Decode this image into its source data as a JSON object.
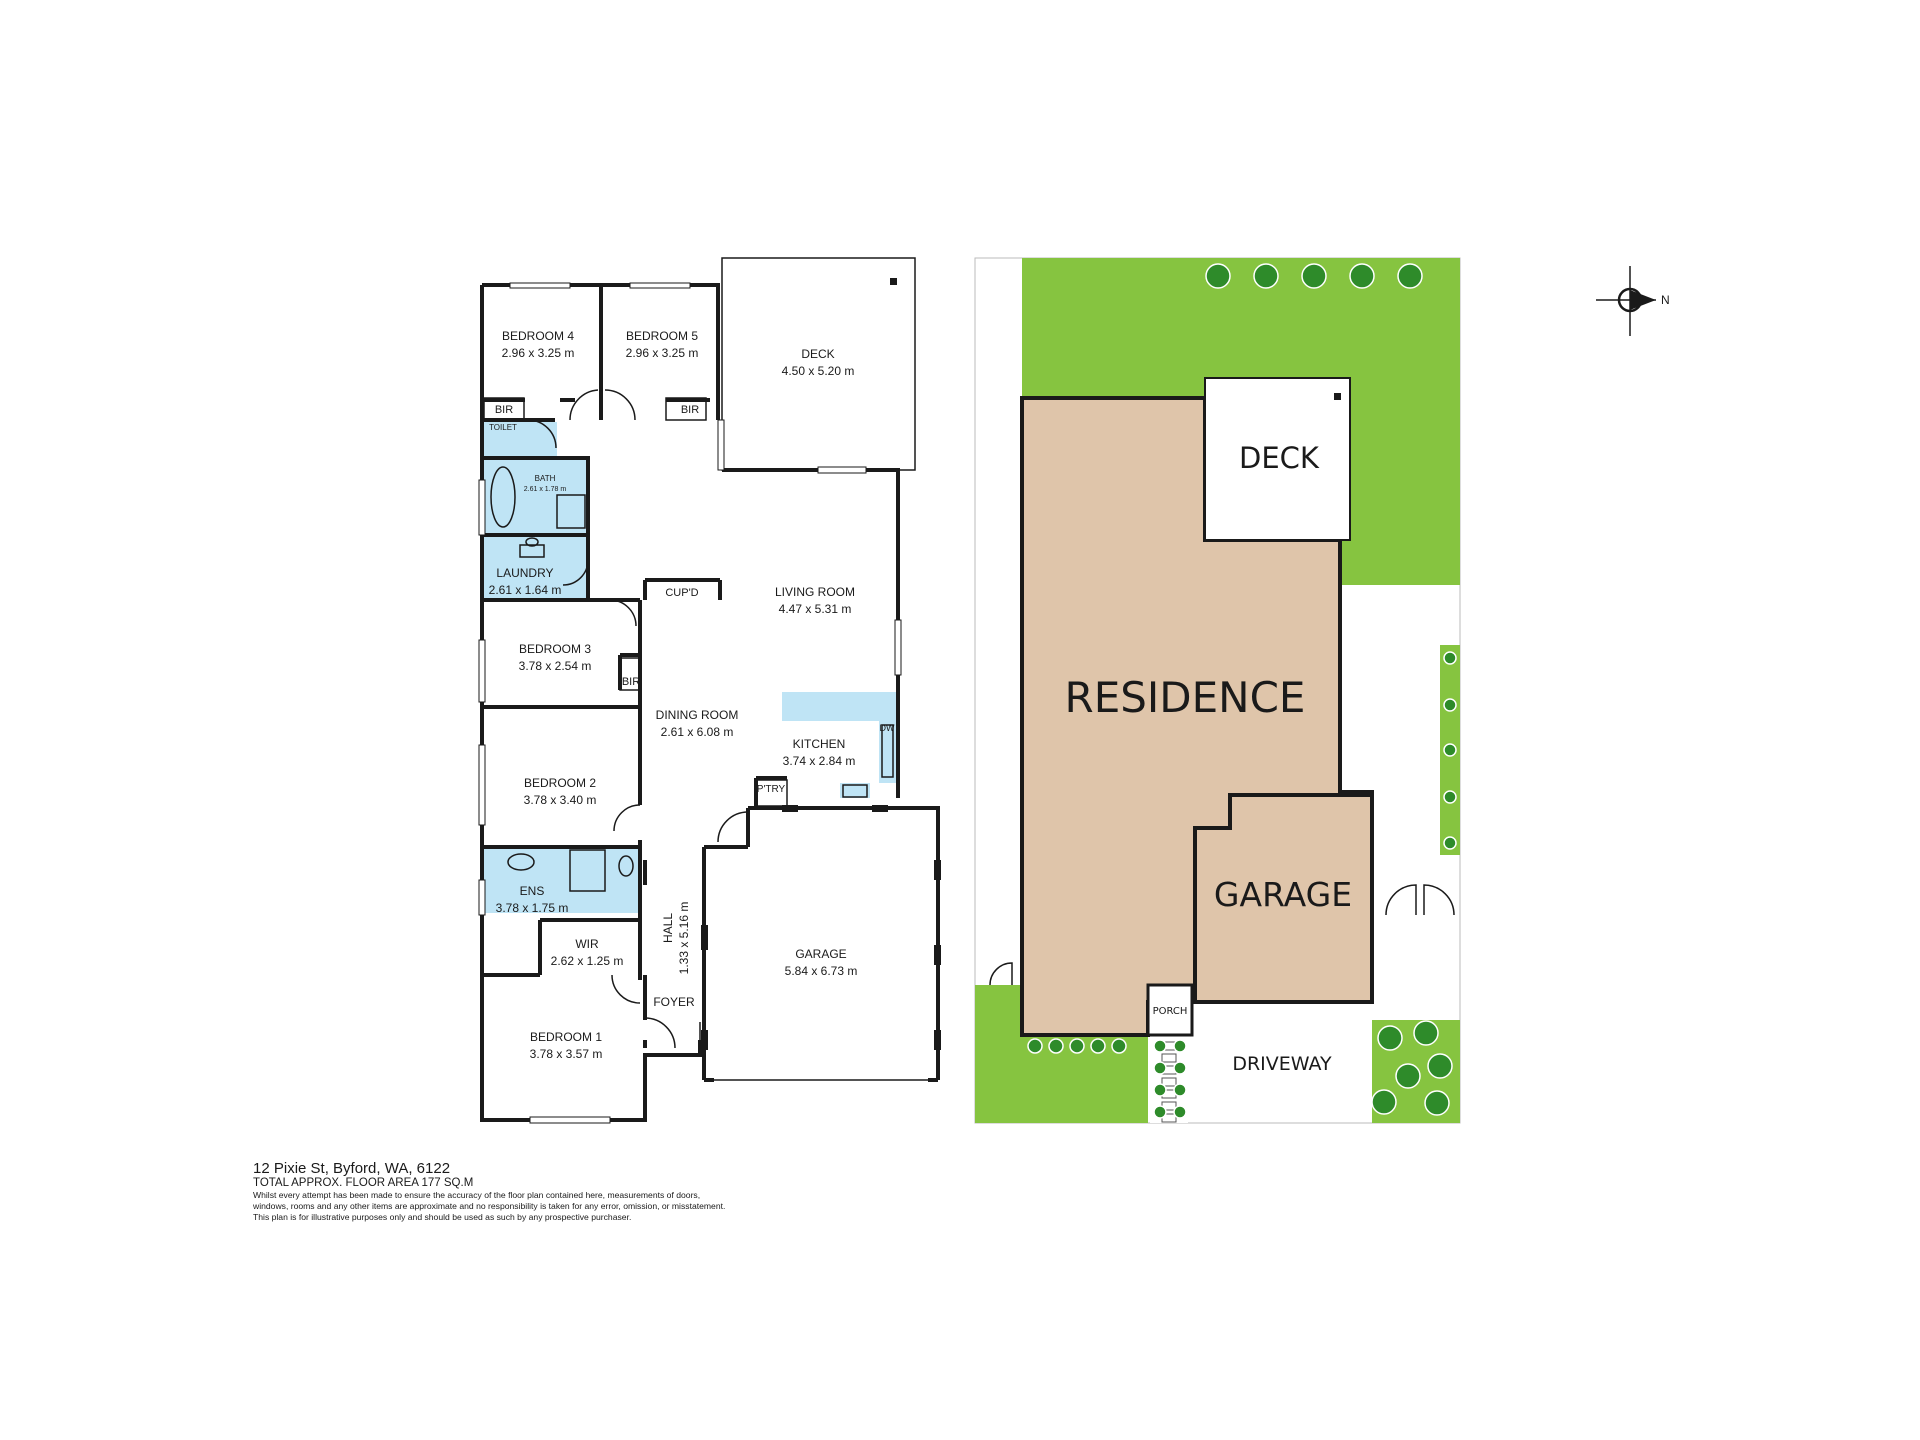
{
  "floor_plan": {
    "rooms": [
      {
        "key": "bed4",
        "name": "BEDROOM 4",
        "dims": "2.96 x 3.25 m"
      },
      {
        "key": "bed5",
        "name": "BEDROOM 5",
        "dims": "2.96 x 3.25 m"
      },
      {
        "key": "deck",
        "name": "DECK",
        "dims": "4.50 x 5.20 m"
      },
      {
        "key": "bath",
        "name": "BATH",
        "dims": "2.61 x 1.78 m"
      },
      {
        "key": "laundry",
        "name": "LAUNDRY",
        "dims": "2.61 x 1.64 m"
      },
      {
        "key": "living",
        "name": "LIVING ROOM",
        "dims": "4.47 x 5.31 m"
      },
      {
        "key": "bed3",
        "name": "BEDROOM 3",
        "dims": "3.78 x 2.54 m"
      },
      {
        "key": "dining",
        "name": "DINING ROOM",
        "dims": "2.61 x 6.08 m"
      },
      {
        "key": "kitchen",
        "name": "KITCHEN",
        "dims": "3.74 x 2.84 m"
      },
      {
        "key": "bed2",
        "name": "BEDROOM 2",
        "dims": "3.78 x 3.40 m"
      },
      {
        "key": "ens",
        "name": "ENS",
        "dims": "3.78 x 1.75 m"
      },
      {
        "key": "wir",
        "name": "WIR",
        "dims": "2.62 x 1.25 m"
      },
      {
        "key": "garage",
        "name": "GARAGE",
        "dims": "5.84 x 6.73 m"
      },
      {
        "key": "bed1",
        "name": "BEDROOM 1",
        "dims": "3.78 x 3.57 m"
      },
      {
        "key": "hall",
        "name": "HALL",
        "dims": "1.33 x 5.16 m"
      }
    ],
    "small_labels": {
      "bir": "BIR",
      "toilet": "TOILET",
      "cupd": "CUP'D",
      "dw": "DW",
      "pantry": "P'TRY",
      "foyer": "FOYER"
    }
  },
  "site_plan": {
    "labels": {
      "residence": "RESIDENCE",
      "deck": "DECK",
      "garage": "GARAGE",
      "porch": "PORCH",
      "driveway": "DRIVEWAY"
    },
    "colors": {
      "lawn": "#86c440",
      "building": "#dfc5aa",
      "wet_areas": "#bfe4f5",
      "trees": "#2e8b2a"
    }
  },
  "compass": {
    "label": "N"
  },
  "footer": {
    "address": "12 Pixie St, Byford, WA, 6122",
    "total_area": "TOTAL APPROX. FLOOR AREA 177 SQ.M",
    "disclaimer_1": "Whilst every attempt has been made to ensure the accuracy of the floor plan contained here, measurements of doors,",
    "disclaimer_2": "windows, rooms and any other items are approximate and no responsibility is taken for any error, omission, or misstatement.",
    "disclaimer_3": "This plan is for illustrative purposes only and should be used as such by any prospective purchaser."
  }
}
